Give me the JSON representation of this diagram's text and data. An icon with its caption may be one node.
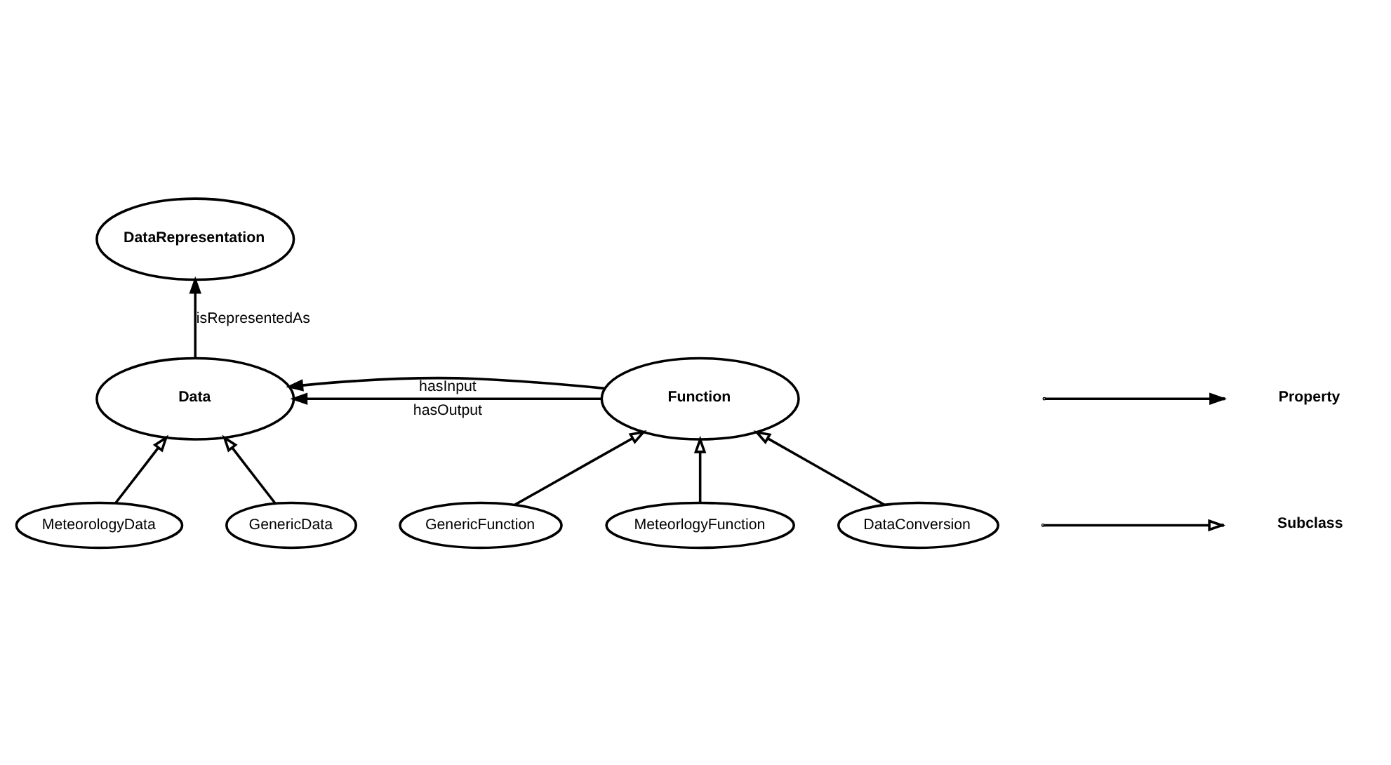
{
  "diagram": {
    "nodes": [
      {
        "text": [
          "DataRepresentation"
        ]
      },
      {
        "text": [
          "Function"
        ]
      },
      {
        "text": [
          "Data"
        ]
      },
      {
        "text": [
          "GenericFunction"
        ]
      },
      {
        "text": [
          "MeteorlogyFunction"
        ]
      },
      {
        "text": [
          "DataConversion"
        ]
      },
      {
        "text": [
          "MeteorologyData"
        ]
      },
      {
        "text": [
          "GenericData"
        ]
      }
    ],
    "edges": [
      {
        "from": 2,
        "to": 0,
        "arrow": "to",
        "label": "isRepresentedAs"
      },
      {
        "from": 1,
        "to": 2,
        "arrow": "to",
        "label": "hasInput"
      },
      {
        "from": 1,
        "to": 2,
        "arrow": "to",
        "label": "hasOutput"
      },
      {
        "from": 3,
        "to": 1,
        "arrow": "to"
      },
      {
        "from": 4,
        "to": 1,
        "arrow": "to"
      },
      {
        "from": 5,
        "to": 1,
        "arrow": "to"
      },
      {
        "from": 6,
        "to": 2,
        "arrow": "to"
      },
      {
        "from": 7,
        "to": 2,
        "arrow": "to"
      }
    ],
    "legend": [
      {
        "text": "Property"
      },
      {
        "text": "Subclass"
      }
    ]
  }
}
